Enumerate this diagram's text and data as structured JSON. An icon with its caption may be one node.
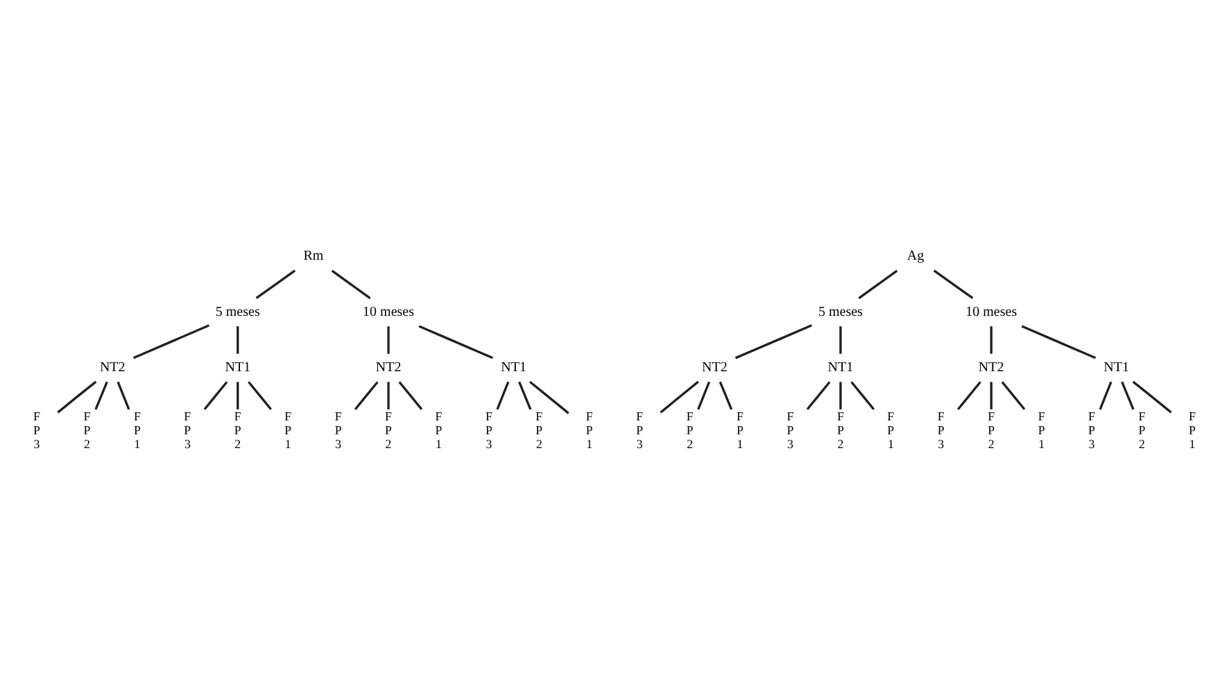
{
  "diagram": {
    "nodes": [
      {
        "text": [
          "Rm"
        ]
      },
      {
        "text": [
          "Ag"
        ]
      },
      {
        "text": [
          "5 meses"
        ]
      },
      {
        "text": [
          "10 meses"
        ]
      },
      {
        "text": [
          "5 meses"
        ]
      },
      {
        "text": [
          "10 meses"
        ]
      },
      {
        "text": [
          "NT2"
        ]
      },
      {
        "text": [
          "NT1"
        ]
      },
      {
        "text": [
          "NT2"
        ]
      },
      {
        "text": [
          "NT1"
        ]
      },
      {
        "text": [
          "NT2"
        ]
      },
      {
        "text": [
          "NT1"
        ]
      },
      {
        "text": [
          "NT2"
        ]
      },
      {
        "text": [
          "NT1"
        ]
      },
      {
        "text": [
          "F P 3"
        ]
      },
      {
        "text": [
          "F P 2"
        ]
      },
      {
        "text": [
          "F P 1"
        ]
      },
      {
        "text": [
          "F P 3"
        ]
      },
      {
        "text": [
          "F P 2"
        ]
      },
      {
        "text": [
          "F P 1"
        ]
      },
      {
        "text": [
          "F P 3"
        ]
      },
      {
        "text": [
          "F P 2"
        ]
      },
      {
        "text": [
          "F P 1"
        ]
      },
      {
        "text": [
          "F P 3"
        ]
      },
      {
        "text": [
          "F P 2"
        ]
      },
      {
        "text": [
          "F P 1"
        ]
      },
      {
        "text": [
          "F P 3"
        ]
      },
      {
        "text": [
          "F P 2"
        ]
      },
      {
        "text": [
          "F P 1"
        ]
      },
      {
        "text": [
          "F P 3"
        ]
      },
      {
        "text": [
          "F P 2"
        ]
      },
      {
        "text": [
          "F P 1"
        ]
      },
      {
        "text": [
          "F P 3"
        ]
      },
      {
        "text": [
          "F P 2"
        ]
      },
      {
        "text": [
          "F P 1"
        ]
      },
      {
        "text": [
          "F P 3"
        ]
      },
      {
        "text": [
          "F P 2"
        ]
      },
      {
        "text": [
          "F P 1"
        ]
      }
    ],
    "edges": [
      {
        "from": 0,
        "to": 2,
        "arrow": "none"
      },
      {
        "from": 0,
        "to": 3,
        "arrow": "none"
      },
      {
        "from": 1,
        "to": 4,
        "arrow": "none"
      },
      {
        "from": 1,
        "to": 5,
        "arrow": "none"
      },
      {
        "from": 2,
        "to": 6,
        "arrow": "none"
      },
      {
        "from": 2,
        "to": 7,
        "arrow": "none"
      },
      {
        "from": 3,
        "to": 8,
        "arrow": "none"
      },
      {
        "from": 3,
        "to": 9,
        "arrow": "none"
      },
      {
        "from": 4,
        "to": 10,
        "arrow": "none"
      },
      {
        "from": 4,
        "to": 11,
        "arrow": "none"
      },
      {
        "from": 5,
        "to": 12,
        "arrow": "none"
      },
      {
        "from": 5,
        "to": 13,
        "arrow": "none"
      },
      {
        "from": 6,
        "to": 14,
        "arrow": "none"
      },
      {
        "from": 6,
        "to": 15,
        "arrow": "none"
      },
      {
        "from": 6,
        "to": 16,
        "arrow": "none"
      },
      {
        "from": 7,
        "to": 17,
        "arrow": "none"
      },
      {
        "from": 7,
        "to": 18,
        "arrow": "none"
      },
      {
        "from": 7,
        "to": 19,
        "arrow": "none"
      },
      {
        "from": 8,
        "to": 20,
        "arrow": "none"
      },
      {
        "from": 8,
        "to": 21,
        "arrow": "none"
      },
      {
        "from": 8,
        "to": 22,
        "arrow": "none"
      },
      {
        "from": 9,
        "to": 23,
        "arrow": "none"
      },
      {
        "from": 9,
        "to": 24,
        "arrow": "none"
      },
      {
        "from": 9,
        "to": 25,
        "arrow": "none"
      },
      {
        "from": 10,
        "to": 26,
        "arrow": "none"
      },
      {
        "from": 10,
        "to": 27,
        "arrow": "none"
      },
      {
        "from": 10,
        "to": 28,
        "arrow": "none"
      },
      {
        "from": 11,
        "to": 29,
        "arrow": "none"
      },
      {
        "from": 11,
        "to": 30,
        "arrow": "none"
      },
      {
        "from": 11,
        "to": 31,
        "arrow": "none"
      },
      {
        "from": 12,
        "to": 32,
        "arrow": "none"
      },
      {
        "from": 12,
        "to": 33,
        "arrow": "none"
      },
      {
        "from": 12,
        "to": 34,
        "arrow": "none"
      },
      {
        "from": 13,
        "to": 35,
        "arrow": "none"
      },
      {
        "from": 13,
        "to": 36,
        "arrow": "none"
      },
      {
        "from": 13,
        "to": 37,
        "arrow": "none"
      }
    ]
  }
}
